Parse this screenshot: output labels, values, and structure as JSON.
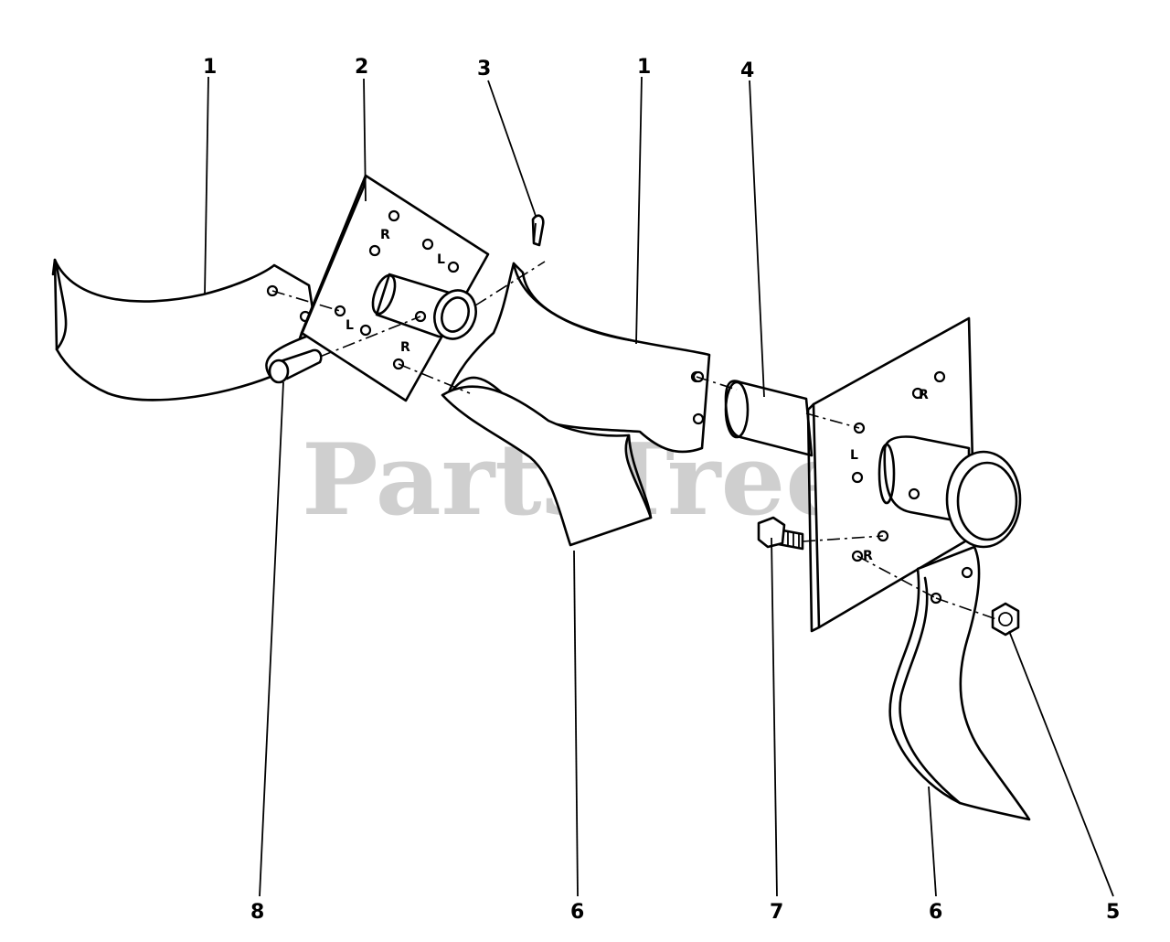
{
  "watermark": "PartsTree",
  "callouts": {
    "c1a": "1",
    "c2": "2",
    "c3": "3",
    "c1b": "1",
    "c4": "4",
    "c8": "8",
    "c6a": "6",
    "c7": "7",
    "c6b": "6",
    "c5": "5"
  },
  "plate_marks": {
    "left_r_top": "R",
    "left_l_top": "L",
    "left_l_bottom": "L",
    "left_r_bottom": "R",
    "right_r_top": "R",
    "right_l_mid": "L",
    "right_r_bottom": "R"
  }
}
